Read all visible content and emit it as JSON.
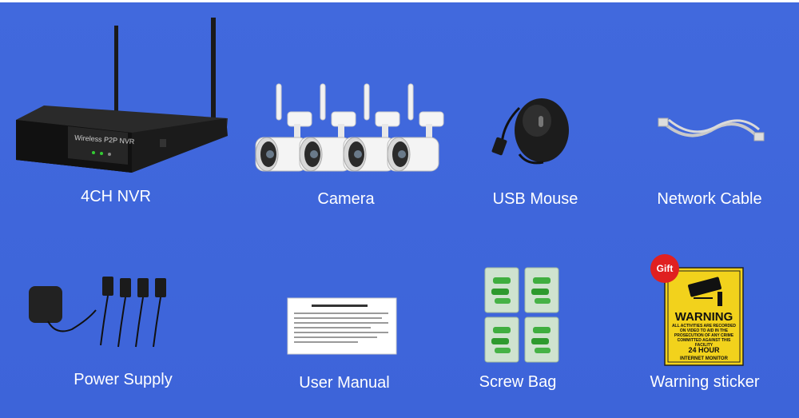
{
  "items": {
    "nvr": {
      "label": "4CH NVR",
      "device_text": "Wireless P2P NVR"
    },
    "camera": {
      "label": "Camera"
    },
    "mouse": {
      "label": "USB Mouse"
    },
    "cable": {
      "label": "Network Cable"
    },
    "power": {
      "label": "Power Supply"
    },
    "manual": {
      "label": "User Manual"
    },
    "screws": {
      "label": "Screw Bag"
    },
    "sticker": {
      "label": "Warning sticker",
      "badge": "Gift",
      "title": "WARNING",
      "body": "ALL ACTIVITIES ARE RECORDED ON VIDEO TO AID IN THE PROSECUTION OF ANY CRIME COMMITTED AGAINST THIS FACILITY",
      "footer1": "24 HOUR",
      "footer2": "INTERNET MONITOR"
    }
  },
  "colors": {
    "background": "#3f66dc",
    "badge": "#e02020",
    "sticker": "#f2d21c"
  }
}
